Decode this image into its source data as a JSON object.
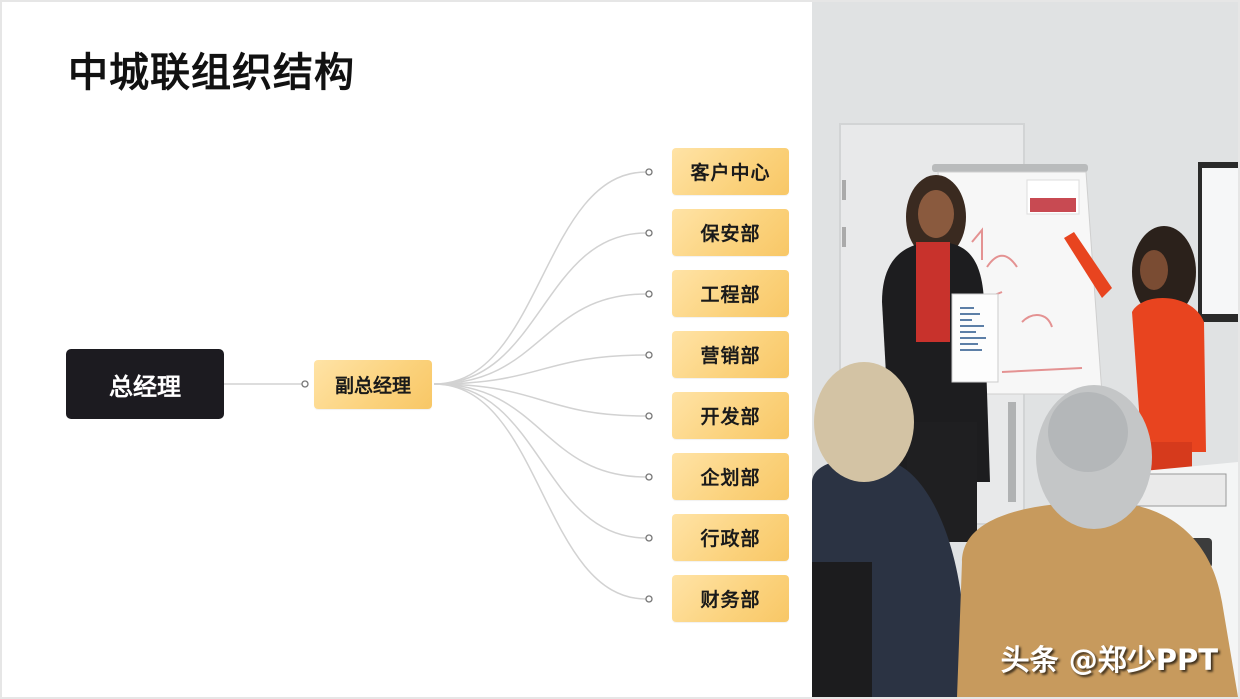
{
  "title": "中城联组织结构",
  "org_chart": {
    "root": "总经理",
    "deputy": "副总经理",
    "departments": [
      "客户中心",
      "保安部",
      "工程部",
      "营销部",
      "开发部",
      "企划部",
      "行政部",
      "财务部"
    ]
  },
  "photo": {
    "description": "meeting-presentation-photo",
    "watermark": "头条 @郑少PPT"
  },
  "colors": {
    "root_bg": "#1c1b20",
    "node_bg": "#fbd27c",
    "connector": "#cfcfcf"
  }
}
